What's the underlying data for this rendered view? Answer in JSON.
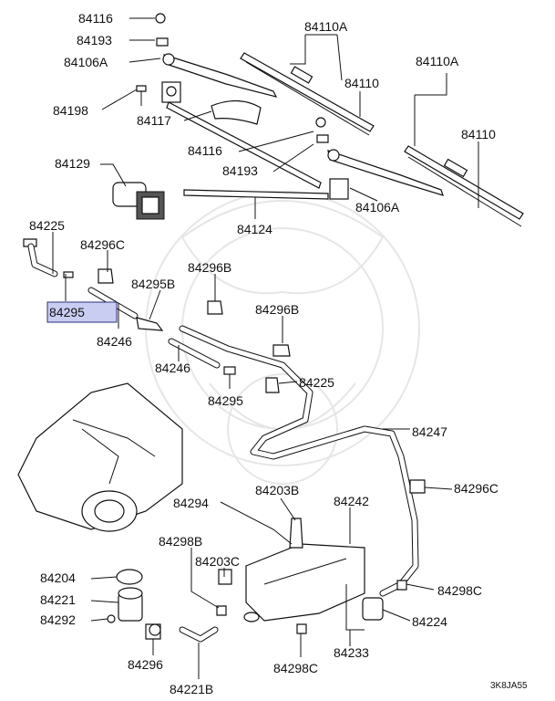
{
  "labels": {
    "l_84116_top": "84116",
    "l_84193_top": "84193",
    "l_84106A_left": "84106A",
    "l_84198": "84198",
    "l_84117": "84117",
    "l_84110A_left": "84110A",
    "l_84110_left": "84110",
    "l_84110A_right": "84110A",
    "l_84110_right": "84110",
    "l_84116_mid": "84116",
    "l_84193_mid": "84193",
    "l_84129": "84129",
    "l_84106A_right": "84106A",
    "l_84124": "84124",
    "l_84225_top": "84225",
    "l_84296C_top": "84296C",
    "l_84296B_top": "84296B",
    "l_84295_sel": "84295",
    "l_84295B": "84295B",
    "l_84296B_mid": "84296B",
    "l_84246_left": "84246",
    "l_84246_mid": "84246",
    "l_84225_mid": "84225",
    "l_84295_low": "84295",
    "l_84247": "84247",
    "l_84296C_right": "84296C",
    "l_84294": "84294",
    "l_84203B": "84203B",
    "l_84242": "84242",
    "l_84298B": "84298B",
    "l_84203C": "84203C",
    "l_84204": "84204",
    "l_84221": "84221",
    "l_84292": "84292",
    "l_84298C_right": "84298C",
    "l_84224": "84224",
    "l_84296_bot": "84296",
    "l_84298C_bot": "84298C",
    "l_84233": "84233",
    "l_84221B": "84221B"
  },
  "highlight_color": "#c9cdf2",
  "diagram_code": "3K8JA55"
}
